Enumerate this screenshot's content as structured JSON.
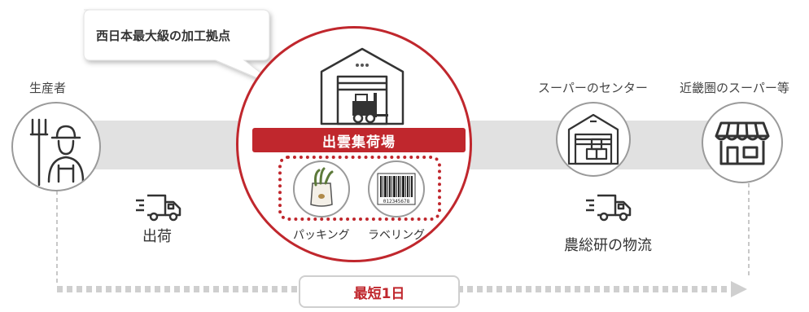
{
  "callout": {
    "text": "西日本最大級の加工拠点"
  },
  "nodes": {
    "producer": {
      "label": "生産者",
      "icon": "farmer-icon"
    },
    "hub": {
      "banner": "出雲集荷場",
      "icon": "warehouse-forklift-icon"
    },
    "super_center": {
      "label": "スーパーのセンター",
      "icon": "warehouse-boxes-icon"
    },
    "supermarket": {
      "label": "近畿圏のスーパー等",
      "icon": "storefront-icon"
    }
  },
  "processes": [
    {
      "label": "パッキング",
      "icon": "packed-vegetables-icon"
    },
    {
      "label": "ラベリング",
      "icon": "barcode-icon",
      "barcode_number": "012345678"
    }
  ],
  "shipments": {
    "ship": {
      "label": "出荷",
      "icon": "delivery-truck-icon"
    },
    "logistics": {
      "label": "農総研の物流",
      "icon": "delivery-truck-icon"
    }
  },
  "lead_time": {
    "label": "最短1日"
  },
  "colors": {
    "accent": "#c0272d",
    "band": "#e1e1e1",
    "dash": "#c8c8c8",
    "icon": "#333333"
  }
}
